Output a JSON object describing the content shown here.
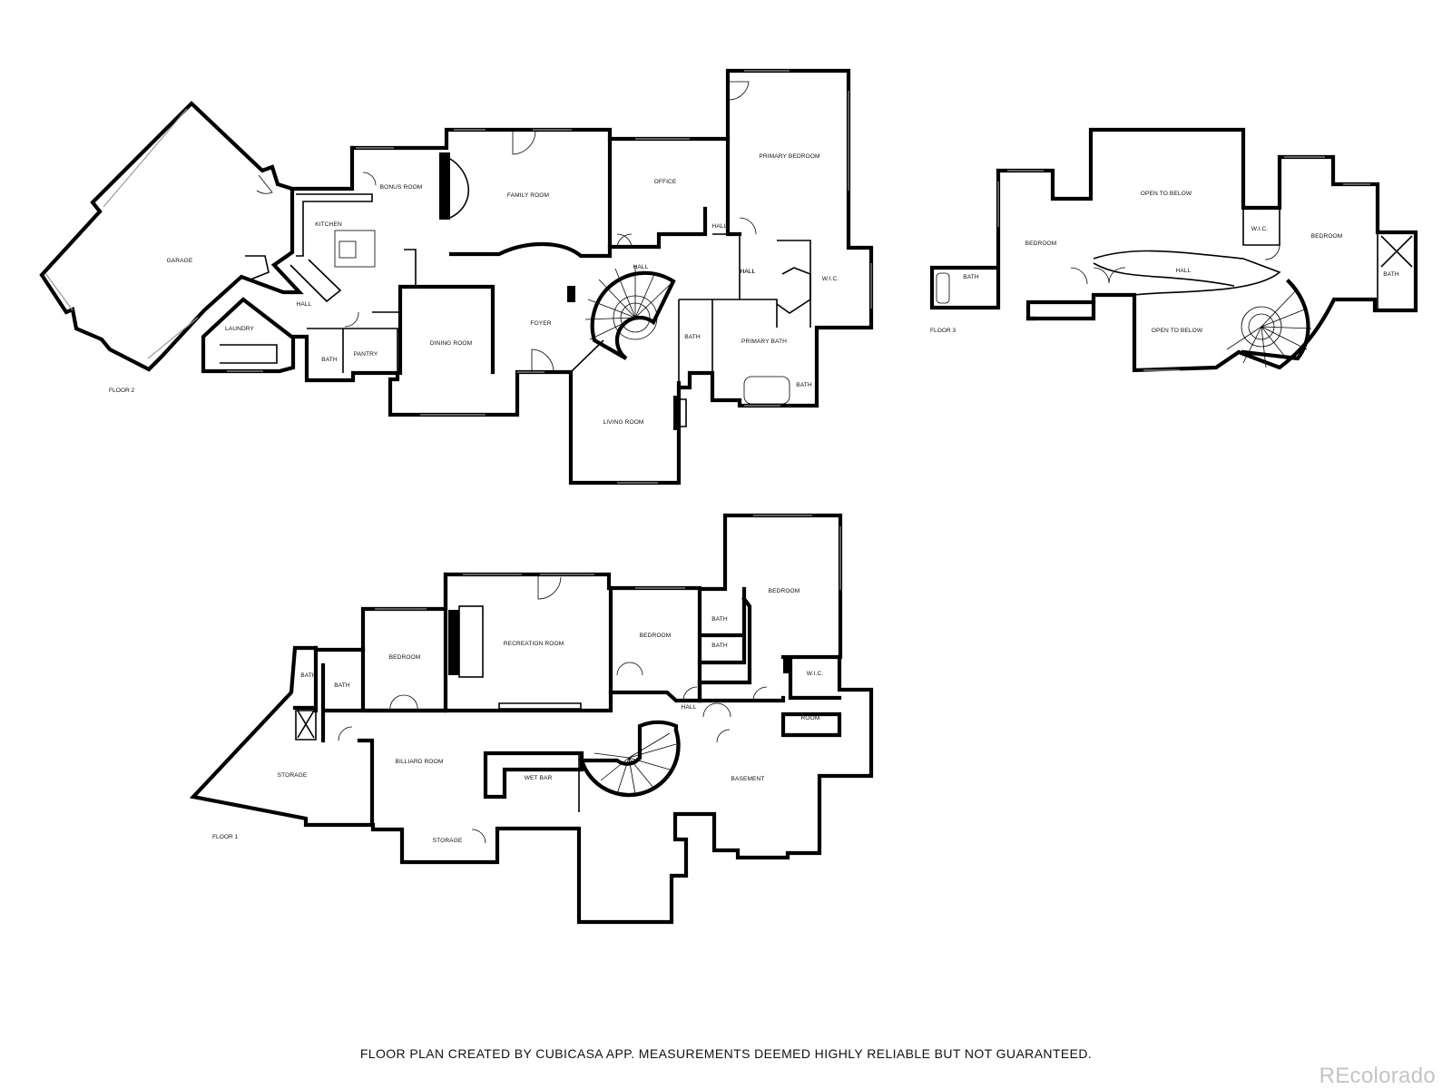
{
  "floors": [
    {
      "label": "FLOOR 2",
      "rooms": [
        "GARAGE",
        "BONUS ROOM",
        "KITCHEN",
        "FAMILY ROOM",
        "OFFICE",
        "PRIMARY BEDROOM",
        "HALL",
        "HALL",
        "HALL",
        "LAUNDRY",
        "HALL",
        "BATH",
        "PANTRY",
        "DINING ROOM",
        "FOYER",
        "BATH",
        "HALL",
        "W.I.C.",
        "PRIMARY BATH",
        "BATH",
        "LIVING ROOM"
      ]
    },
    {
      "label": "FLOOR 3",
      "rooms": [
        "OPEN TO BELOW",
        "BEDROOM",
        "W.I.C.",
        "BEDROOM",
        "BATH",
        "HALL",
        "BATH",
        "OPEN TO BELOW"
      ]
    },
    {
      "label": "FLOOR 1",
      "rooms": [
        "RECREATION ROOM",
        "BEDROOM",
        "BEDROOM",
        "BEDROOM",
        "BATH",
        "BATH",
        "BATH",
        "BATH",
        "W.I.C.",
        "HALL",
        "ROOM",
        "BILLIARD ROOM",
        "WET BAR",
        "STORAGE",
        "BASEMENT",
        "STORAGE"
      ]
    }
  ],
  "footer_note": "FLOOR PLAN CREATED BY CUBICASA APP. MEASUREMENTS DEEMED HIGHLY RELIABLE BUT NOT GUARANTEED.",
  "brand_logo": "REcolorado",
  "colors": {
    "wall": "#000000",
    "window": "#9a9a9a",
    "logo": "#c4c4c4"
  }
}
